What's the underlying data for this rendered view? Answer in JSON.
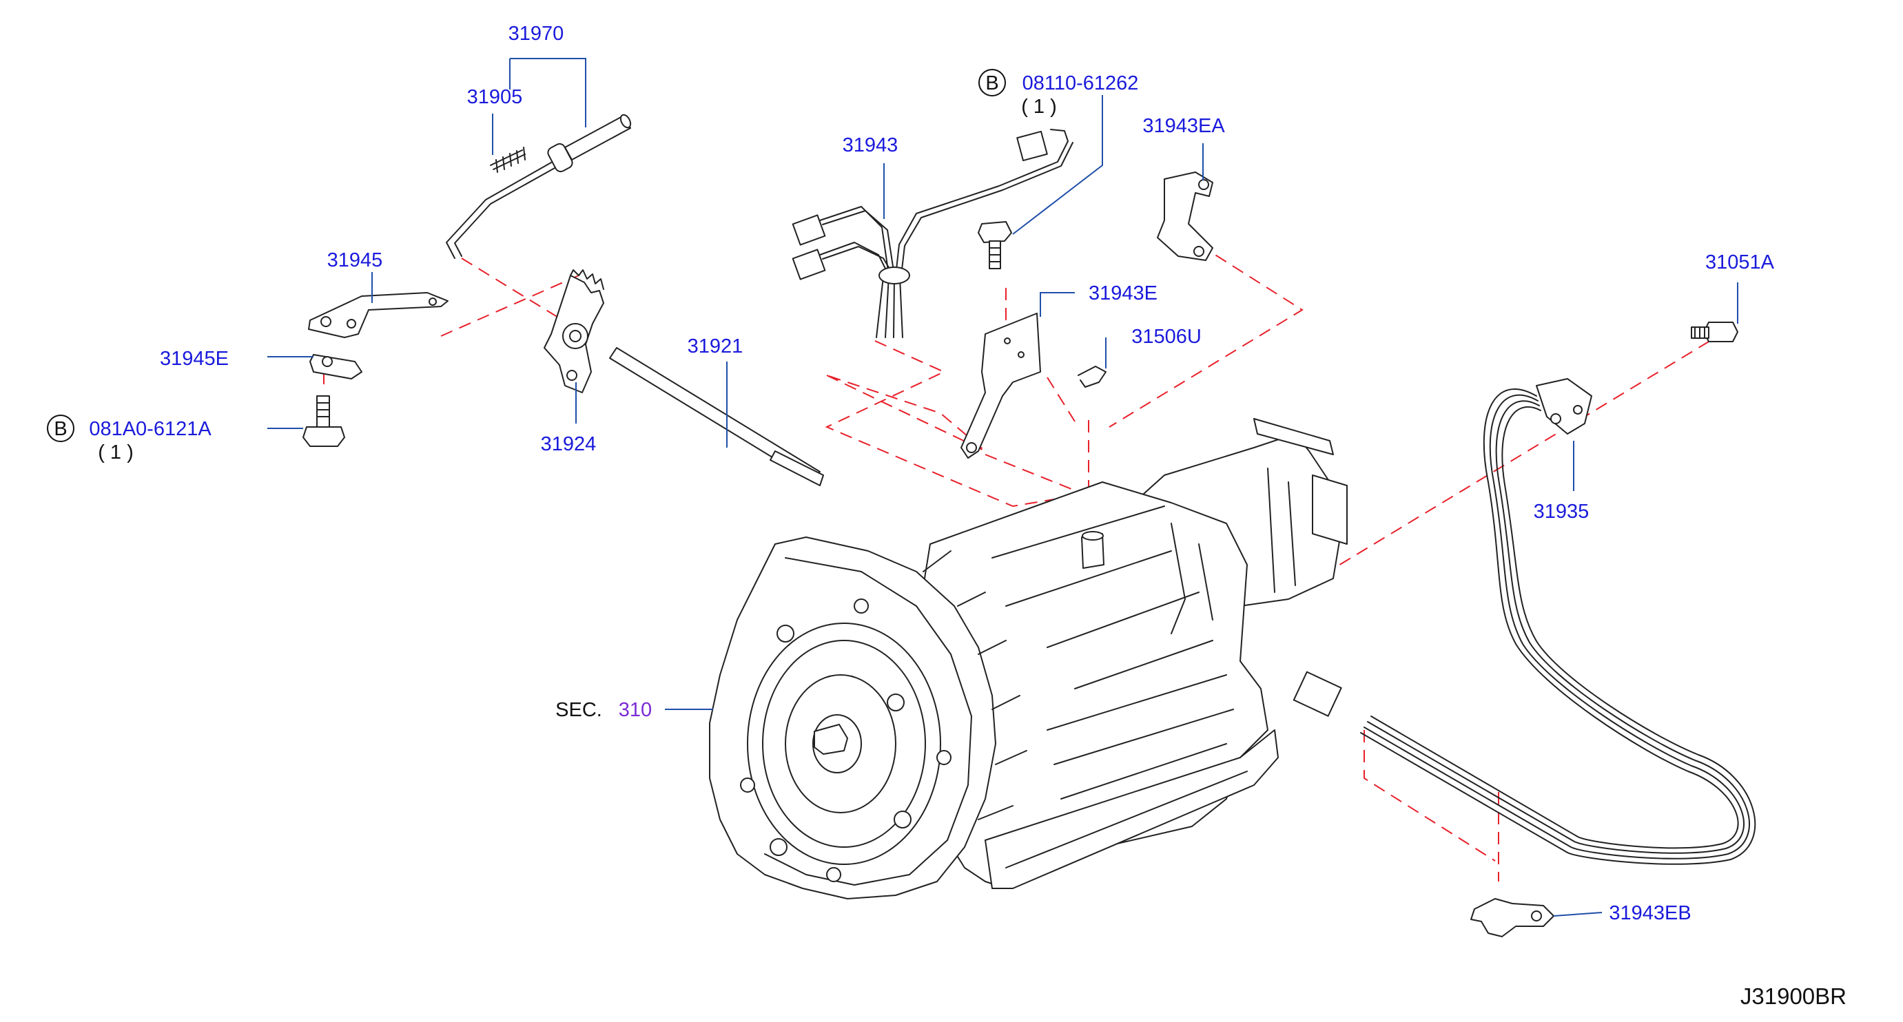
{
  "diagram": {
    "code": "J31900BR",
    "section_ref": {
      "prefix": "SEC.",
      "number": "310"
    },
    "bolt_marker": "B",
    "colors": {
      "label": "#1a1adc",
      "section_number": "#7a2bd6",
      "leader": "#1f4fa8",
      "dashed_guide": "#e8202a",
      "outline": "#222222"
    },
    "parts": [
      {
        "id": "31970",
        "number": "31970"
      },
      {
        "id": "31905",
        "number": "31905"
      },
      {
        "id": "31945",
        "number": "31945"
      },
      {
        "id": "31945E",
        "number": "31945E"
      },
      {
        "id": "081A0-6121A",
        "number": "081A0-6121A",
        "bolt": true,
        "qty": "( 1 )"
      },
      {
        "id": "31924",
        "number": "31924"
      },
      {
        "id": "31921",
        "number": "31921"
      },
      {
        "id": "31943",
        "number": "31943"
      },
      {
        "id": "08110-61262",
        "number": "08110-61262",
        "bolt": true,
        "qty": "( 1 )"
      },
      {
        "id": "31943EA",
        "number": "31943EA"
      },
      {
        "id": "31943E",
        "number": "31943E"
      },
      {
        "id": "31506U",
        "number": "31506U"
      },
      {
        "id": "31051A",
        "number": "31051A"
      },
      {
        "id": "31935",
        "number": "31935"
      },
      {
        "id": "31943EB",
        "number": "31943EB"
      }
    ]
  }
}
